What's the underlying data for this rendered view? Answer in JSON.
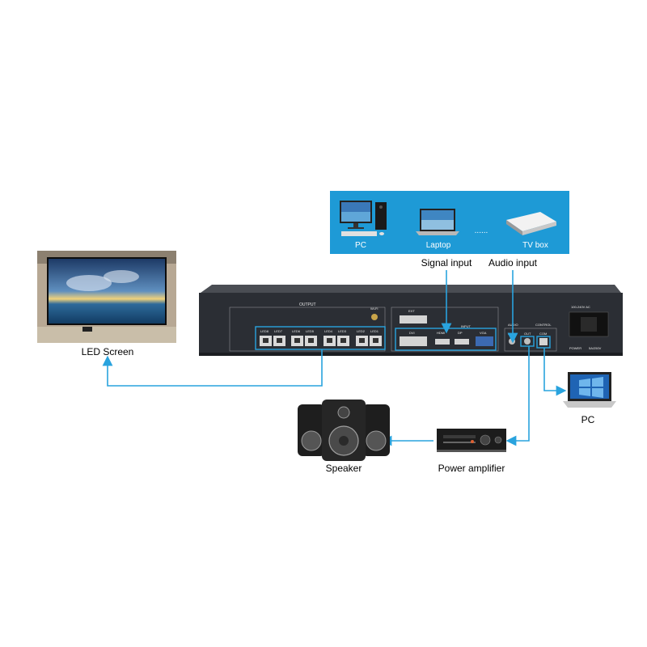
{
  "sources": {
    "pc": "PC",
    "laptop": "Laptop",
    "dots": "......",
    "tvbox": "TV box"
  },
  "labels": {
    "signal_input": "Signal input",
    "audio_input": "Audio input",
    "led_screen": "LED Screen",
    "pc_control": "PC",
    "speaker": "Speaker",
    "power_amplifier": "Power amplifier"
  },
  "device": {
    "output": "OUTPUT",
    "wifi": "Wi-Fi",
    "ext": "EXT",
    "input": "INPUT",
    "audio": "AUDIO",
    "control": "CONTROL",
    "ports": [
      "LED8",
      "LED7",
      "LED6",
      "LED5",
      "LED4",
      "LED3",
      "LED2",
      "LED1"
    ],
    "dvi": "DVI",
    "hdmi": "HDMI",
    "dp": "DP",
    "vga": "VGA",
    "in": "IN",
    "out": "OUT",
    "com": "COM",
    "ac": "100-240V AC",
    "power": "POWER",
    "fuse": "5A/250V"
  },
  "colors": {
    "connector": "#29a3de",
    "panel": "#1e9ad6",
    "device_body": "#2b2e34"
  }
}
